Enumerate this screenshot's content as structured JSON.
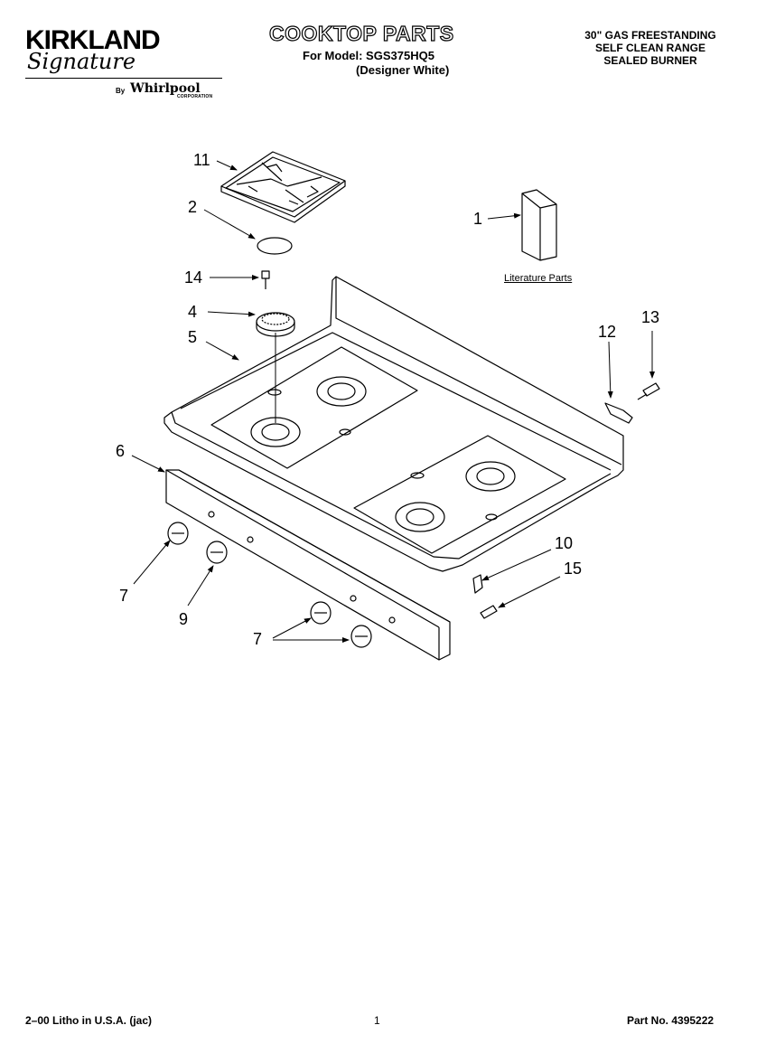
{
  "header": {
    "brand": "KIRKLAND",
    "signature": "Signature",
    "by": "By",
    "maker": "Whirlpool",
    "corporation": "CORPORATION",
    "title": "COOKTOP PARTS",
    "model_line": "For Model: SGS375HQ5",
    "variant": "(Designer White)",
    "spec": [
      "30\" GAS FREESTANDING",
      "SELF CLEAN RANGE",
      "SEALED BURNER"
    ]
  },
  "diagram": {
    "literature_label": "Literature Parts",
    "callouts": {
      "c11": "11",
      "c2": "2",
      "c14": "14",
      "c4": "4",
      "c5": "5",
      "c1": "1",
      "c12": "12",
      "c13": "13",
      "c6": "6",
      "c7a": "7",
      "c9": "9",
      "c7b": "7",
      "c10": "10",
      "c15": "15"
    }
  },
  "footer": {
    "print": "2–00 Litho in U.S.A. (jac)",
    "page": "1",
    "part_no": "Part No. 4395222"
  }
}
